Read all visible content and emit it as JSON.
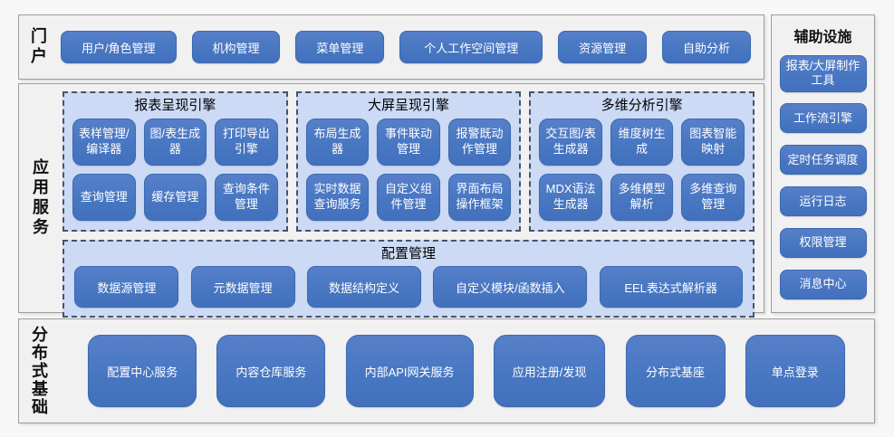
{
  "colors": {
    "button_blue": "#4472c4",
    "button_border": "#3c69af",
    "panel_background": "#ccdaf5",
    "panel_dashed_border": "#44546a",
    "section_background": "#f1f1f1",
    "section_border": "#9d9d9d",
    "button_text": "#ffffff",
    "label_text": "#111111"
  },
  "portal": {
    "label": "门户",
    "items": [
      "用户/角色管理",
      "机构管理",
      "菜单管理",
      "个人工作空间管理",
      "资源管理",
      "自助分析"
    ]
  },
  "app": {
    "label": "应用服务",
    "engines": [
      {
        "title": "报表呈现引擎",
        "items": [
          "表样管理/编译器",
          "图/表生成器",
          "打印导出引擎",
          "查询管理",
          "缓存管理",
          "查询条件管理"
        ]
      },
      {
        "title": "大屏呈现引擎",
        "items": [
          "布局生成器",
          "事件联动管理",
          "报警既动作管理",
          "实时数据查询服务",
          "自定义组件管理",
          "界面布局操作框架"
        ]
      },
      {
        "title": "多维分析引擎",
        "items": [
          "交互图/表生成器",
          "维度树生成",
          "图表智能映射",
          "MDX语法生成器",
          "多维模型解析",
          "多维查询管理"
        ]
      }
    ],
    "config": {
      "title": "配置管理",
      "items": [
        "数据源管理",
        "元数据管理",
        "数据结构定义",
        "自定义模块/函数插入",
        "EEL表达式解析器"
      ]
    }
  },
  "aux": {
    "title": "辅助设施",
    "items": [
      "报表/大屏制作工具",
      "工作流引擎",
      "定时任务调度",
      "运行日志",
      "权限管理",
      "消息中心"
    ]
  },
  "foundation": {
    "label": "分布式基础",
    "items": [
      "配置中心服务",
      "内容仓库服务",
      "内部API网关服务",
      "应用注册/发现",
      "分布式基座",
      "单点登录"
    ]
  }
}
